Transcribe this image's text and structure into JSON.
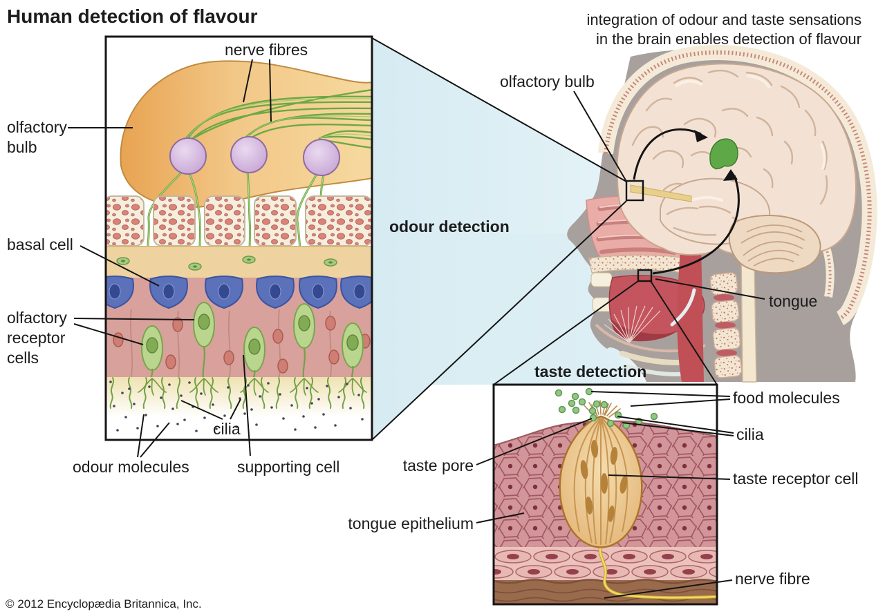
{
  "title": "Human detection of flavour",
  "copyright": "© 2012 Encyclopædia Britannica, Inc.",
  "integration_note": {
    "line1": "integration of odour and taste sensations",
    "line2": "in the brain enables detection of flavour"
  },
  "odour_section": {
    "heading": "odour detection",
    "labels": {
      "nerve_fibres": "nerve fibres",
      "olfactory_bulb_line1": "olfactory",
      "olfactory_bulb_line2": "bulb",
      "basal_cell": "basal cell",
      "receptor_line1": "olfactory",
      "receptor_line2": "receptor",
      "receptor_line3": "cells",
      "cilia": "cilia",
      "odour_molecules": "odour molecules",
      "supporting_cell": "supporting cell"
    }
  },
  "head_section": {
    "labels": {
      "olfactory_bulb": "olfactory bulb",
      "tongue": "tongue"
    }
  },
  "taste_section": {
    "heading": "taste detection",
    "labels": {
      "food_molecules": "food molecules",
      "cilia": "cilia",
      "taste_pore": "taste pore",
      "taste_receptor_cell": "taste receptor cell",
      "tongue_epithelium": "tongue epithelium",
      "nerve_fibre": "nerve fibre"
    }
  },
  "colors": {
    "wedge_blue": "#d9edf3",
    "bulb_orange": "#efbf77",
    "glomerulus_purple": "#c7a3d4",
    "nerve_green": "#6fae4e",
    "insula_green": "#5fa847",
    "head_grey": "#a8a09c",
    "taste_bud_tan": "#e9c18a",
    "nerve_fibre_yellow": "#f0dd66",
    "food_molecule_green": "#92c782"
  }
}
